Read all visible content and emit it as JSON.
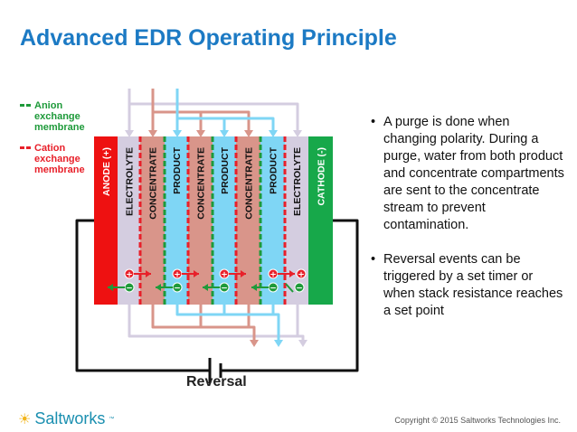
{
  "title": "Advanced EDR Operating Principle",
  "legend": {
    "anion": {
      "label": "Anion exchange membrane",
      "color": "#1e9a3a"
    },
    "cation": {
      "label": "Cation exchange membrane",
      "color": "#e8202a"
    }
  },
  "stack": {
    "anode": "ANODE (+)",
    "cathode": "CATHODE (-)",
    "compartments": [
      "ELECTROLYTE",
      "CONCENTRATE",
      "PRODUCT",
      "CONCENTRATE",
      "PRODUCT",
      "CONCENTRATE",
      "PRODUCT",
      "ELECTROLYTE"
    ]
  },
  "colors": {
    "electrolyte": "#d4cde0",
    "concentrate": "#d9958a",
    "product": "#7fd6f5",
    "anode": "#ee1111",
    "cathode": "#17a84a"
  },
  "reversal_label": "Reversal",
  "bullets": [
    "A purge is done when changing polarity. During a purge, water from both product and concentrate compartments are sent to the concentrate stream to prevent contamination.",
    "Reversal events can be triggered by a set timer or when stack resistance reaches a set point"
  ],
  "footer": {
    "logo": "Saltworks",
    "copyright": "Copyright © 2015 Saltworks Technologies Inc."
  }
}
